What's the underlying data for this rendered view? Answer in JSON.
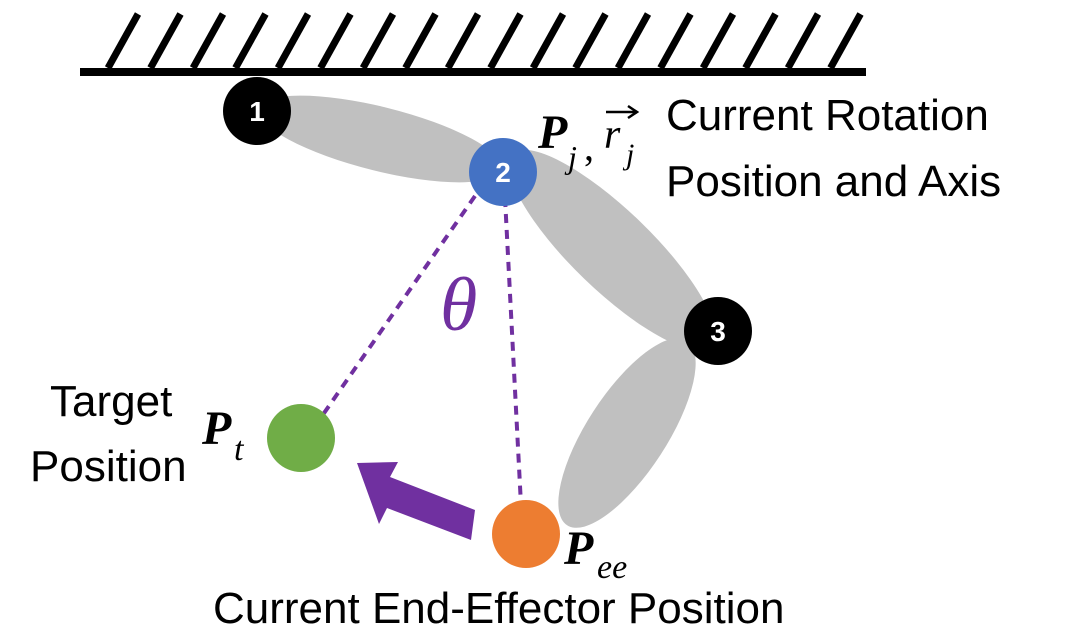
{
  "joints": [
    {
      "label": "1",
      "color": "#000000"
    },
    {
      "label": "2",
      "color": "#4472c4"
    },
    {
      "label": "3",
      "color": "#000000"
    }
  ],
  "link_color": "#c0c0c0",
  "target_color": "#70ad47",
  "end_effector_color": "#ed7d31",
  "accent_color": "#7030a0",
  "labels": {
    "current_rotation": [
      "Current Rotation",
      "Position and Axis"
    ],
    "target": [
      "Target",
      "Position"
    ],
    "end_effector": "Current End-Effector Position"
  },
  "math": {
    "pj": "P",
    "pj_sub": "j",
    "comma": ",",
    "rj": "r",
    "rj_sub": "j",
    "pt": "P",
    "pt_sub": "t",
    "pee": "P",
    "pee_sub": "ee",
    "theta": "θ"
  }
}
